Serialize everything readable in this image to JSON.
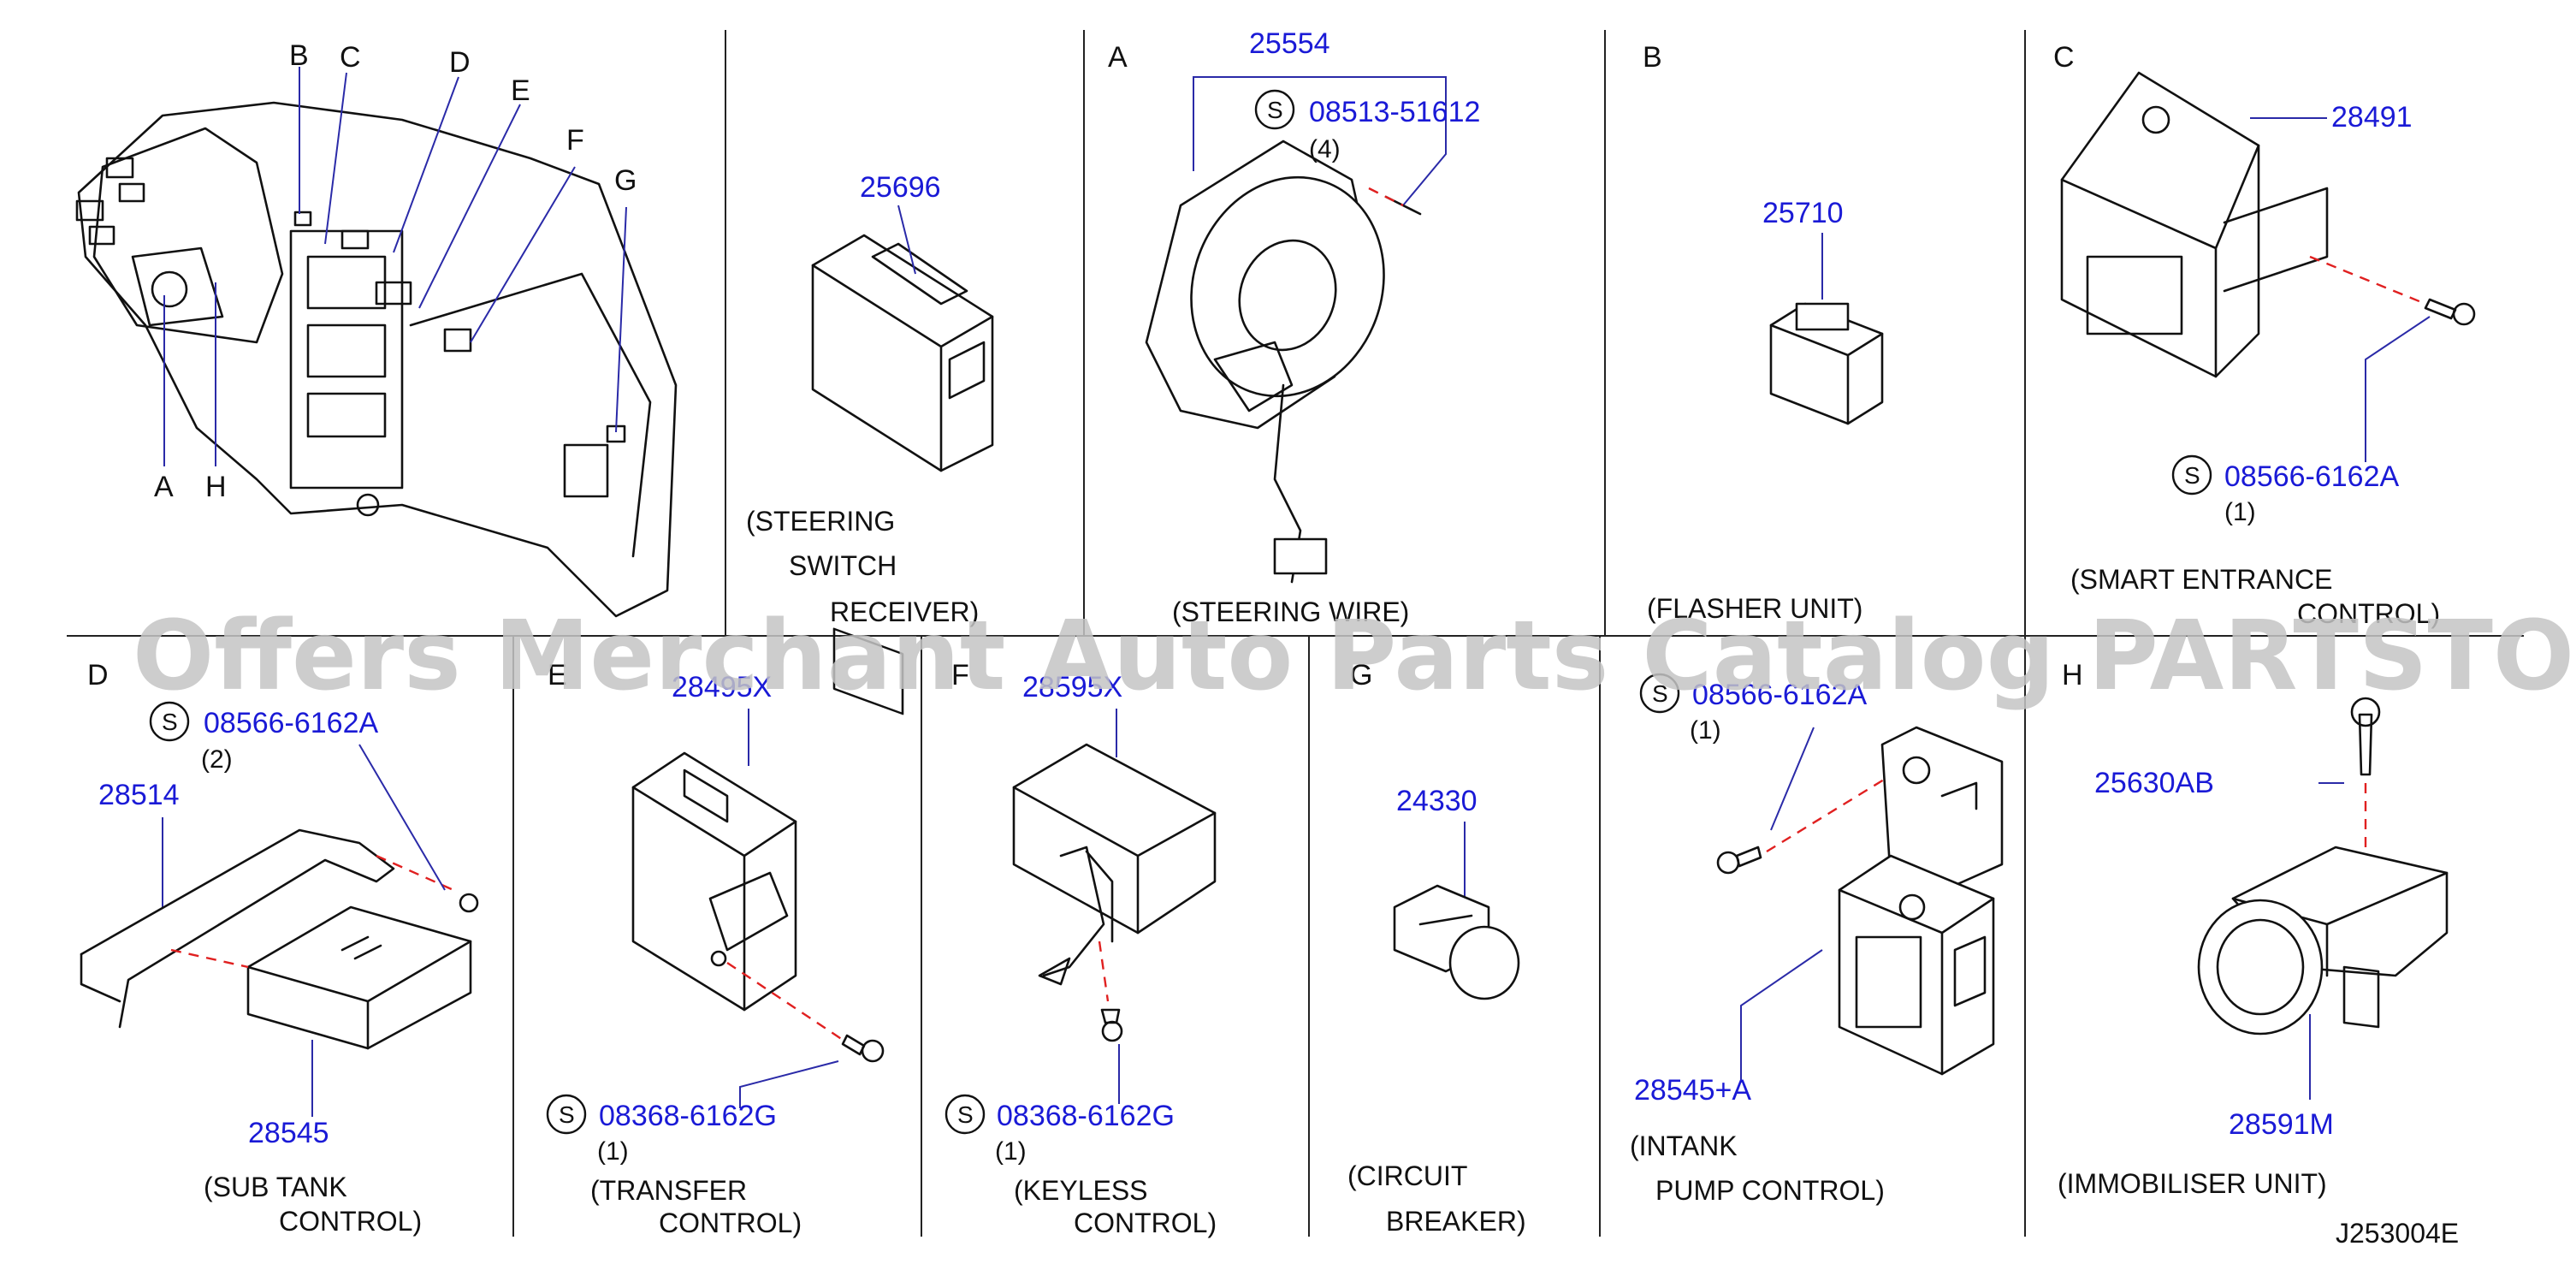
{
  "diagram": {
    "overview_letters": [
      "B",
      "C",
      "D",
      "E",
      "F",
      "G",
      "A",
      "H"
    ],
    "panels": {
      "steering_switch_receiver": {
        "part": "25696",
        "title_lines": [
          "(STEERING",
          "SWITCH",
          "RECEIVER)"
        ]
      },
      "steering_wire": {
        "letter": "A",
        "part": "25554",
        "screw_part": "08513-51612",
        "screw_qty": "(4)",
        "title": "(STEERING   WIRE)"
      },
      "flasher_unit": {
        "letter": "B",
        "part": "25710",
        "title": "(FLASHER   UNIT)"
      },
      "smart_entrance": {
        "letter": "C",
        "part": "28491",
        "screw_part": "08566-6162A",
        "screw_qty": "(1)",
        "title_lines": [
          "(SMART   ENTRANCE",
          "CONTROL)"
        ]
      },
      "sub_tank": {
        "letter": "D",
        "screw_part": "08566-6162A",
        "screw_qty": "(2)",
        "bracket_part": "28514",
        "part": "28545",
        "title_lines": [
          "(SUB   TANK",
          "CONTROL)"
        ]
      },
      "transfer": {
        "letter": "E",
        "part": "28495X",
        "screw_part": "08368-6162G",
        "screw_qty": "(1)",
        "title_lines": [
          "(TRANSFER",
          "CONTROL)"
        ]
      },
      "keyless": {
        "letter": "F",
        "part": "28595X",
        "screw_part": "08368-6162G",
        "screw_qty": "(1)",
        "title_lines": [
          "(KEYLESS",
          "CONTROL)"
        ]
      },
      "circuit_breaker": {
        "letter": "G",
        "part": "24330",
        "title_lines": [
          "(CIRCUIT",
          "BREAKER)"
        ]
      },
      "intank_pump": {
        "screw_part": "08566-6162A",
        "screw_qty": "(1)",
        "part": "28545+A",
        "title_lines": [
          "(INTANK",
          "PUMP    CONTROL)"
        ]
      },
      "immobiliser": {
        "letter": "H",
        "screw_part": "25630AB",
        "part": "28591M",
        "title": "(IMMOBILISER              UNIT)"
      }
    },
    "s_symbol": "S",
    "ref_code": "J253004E",
    "watermark": "Offers Merchant Auto Parts Catalog PARTSTORE.SA"
  },
  "colors": {
    "part_number": "#1a1ad6",
    "line": "#111111",
    "separator_dash": "#e02020",
    "watermark": "#c4c4c4",
    "background": "#ffffff"
  }
}
